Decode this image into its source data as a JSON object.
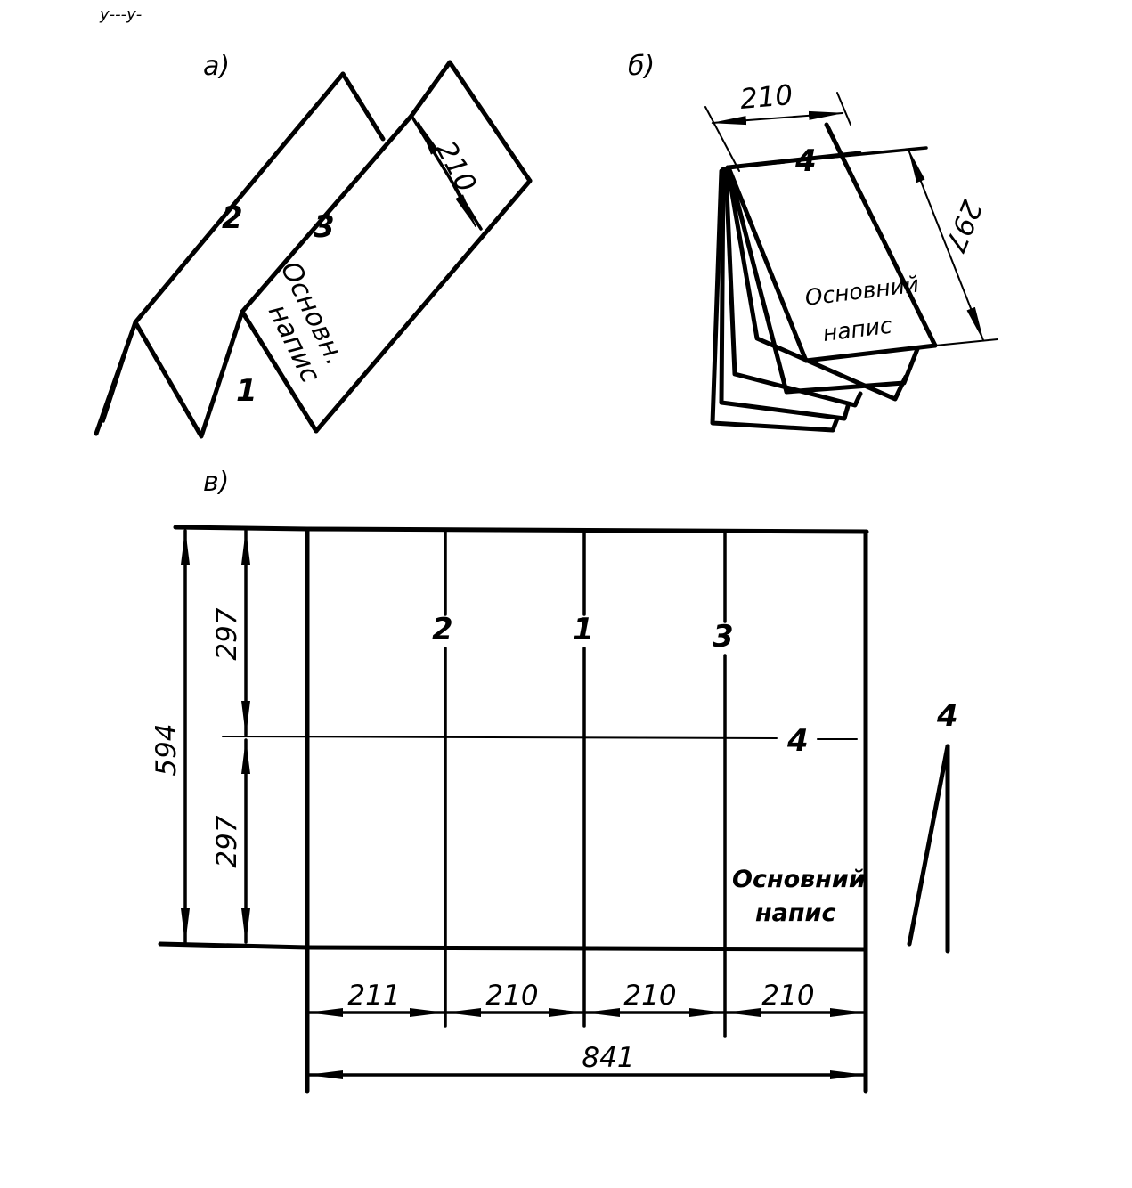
{
  "panels": {
    "a": {
      "label": "а)",
      "fold_labels": [
        "2",
        "3",
        "1"
      ],
      "dimension": "210",
      "title_block": [
        "Основн.",
        "напис"
      ]
    },
    "b": {
      "label": "б)",
      "fold_label": "4",
      "dimensions": [
        "210",
        "297"
      ],
      "title_block": [
        "Основний",
        "напис"
      ]
    },
    "c": {
      "label": "в)",
      "fold_labels": [
        "2",
        "1",
        "3",
        "4"
      ],
      "vertical_dims": [
        "297",
        "297",
        "594"
      ],
      "horizontal_dims": [
        "211",
        "210",
        "210",
        "210",
        "841"
      ],
      "title_block": [
        "Основний",
        "напис"
      ],
      "side_fold_label": "4"
    }
  },
  "stray_text": "у---у-"
}
